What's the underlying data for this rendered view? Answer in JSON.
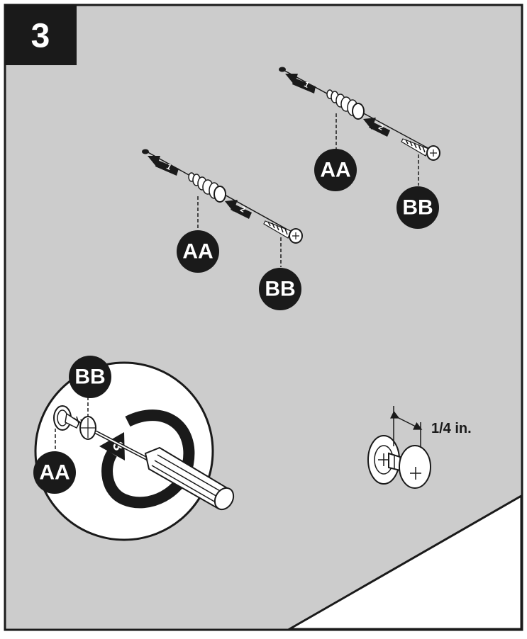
{
  "step": {
    "number": "3"
  },
  "labels": {
    "anchor": "AA",
    "screw": "BB",
    "arrow_1": "1",
    "arrow_2": "2",
    "arrow_3": "3"
  },
  "dimension": {
    "text": "1/4 in."
  },
  "colors": {
    "wall": "#cccccc",
    "ink": "#1a1a1a",
    "floor": "#ffffff"
  }
}
